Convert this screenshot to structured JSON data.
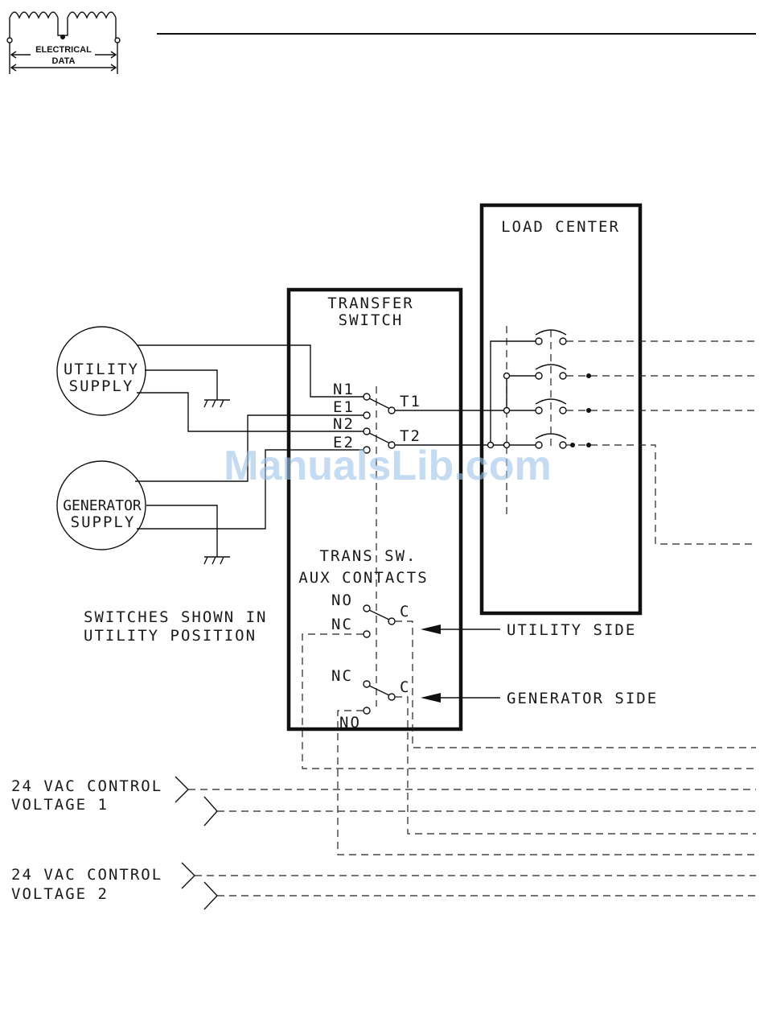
{
  "logo": {
    "line1": "ELECTRICAL",
    "line2": "DATA"
  },
  "load_center": {
    "title": "LOAD CENTER"
  },
  "transfer_switch": {
    "title_line1": "TRANSFER",
    "title_line2": "SWITCH"
  },
  "utility_supply": {
    "line1": "UTILITY",
    "line2": "SUPPLY"
  },
  "generator_supply": {
    "line1": "GENERATOR",
    "line2": "SUPPLY"
  },
  "terminals": {
    "n1": "N1",
    "e1": "E1",
    "n2": "N2",
    "e2": "E2",
    "t1": "T1",
    "t2": "T2"
  },
  "aux_contacts": {
    "title_line1": "TRANS SW.",
    "title_line2": "AUX CONTACTS",
    "no_top": "NO",
    "nc_top": "NC",
    "c_top": "C",
    "nc_bottom": "NC",
    "no_bottom": "NO",
    "c_bottom": "C"
  },
  "note": {
    "line1": "SWITCHES SHOWN IN",
    "line2": "UTILITY POSITION"
  },
  "pointers": {
    "utility_side": "UTILITY SIDE",
    "generator_side": "GENERATOR SIDE"
  },
  "control1": {
    "line1": "24 VAC CONTROL",
    "line2": "VOLTAGE 1"
  },
  "control2": {
    "line1": "24 VAC CONTROL",
    "line2": "VOLTAGE 2"
  },
  "watermark": "ManualsLib.com"
}
